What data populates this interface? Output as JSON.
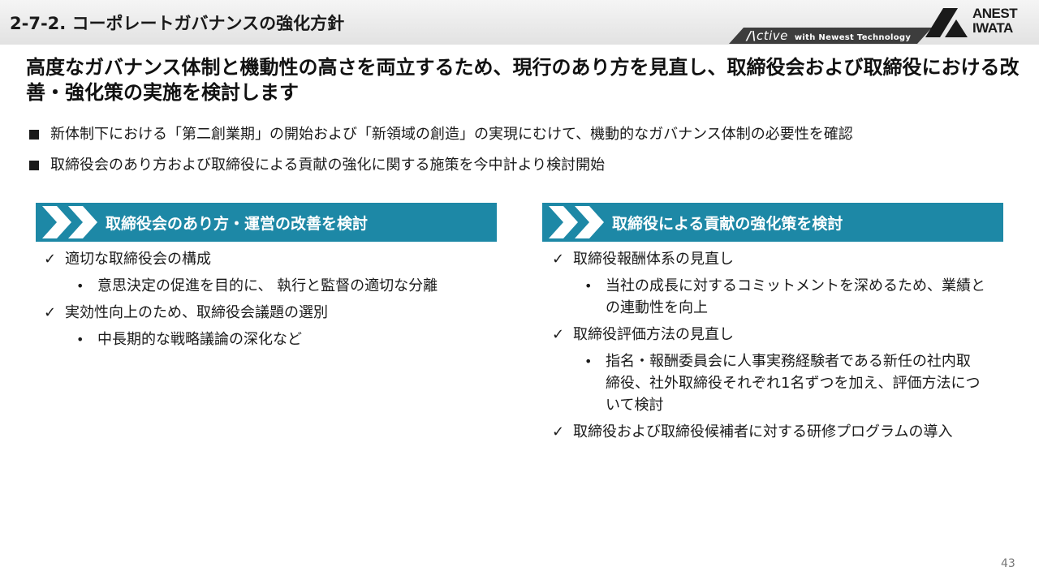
{
  "header": {
    "title": "2-7-2. コーポレートガバナンスの強化方針",
    "tagline_main": "ctive",
    "tagline_sub": "with Newest Technology",
    "logo_line1": "ANEST",
    "logo_line2": "IWATA"
  },
  "headline": "高度なガバナンス体制と機動性の高さを両立するため、現行のあり方を見直し、取締役会および取締役における改善・強化策の実施を検討します",
  "bullets": [
    "新体制下における「第二創業期」の開始および「新領域の創造」の実現にむけて、機動的なガバナンス体制の必要性を確認",
    "取締役会のあり方および取締役による貢献の強化に関する施策を今中計より検討開始"
  ],
  "left_column": {
    "header": "取締役会のあり方・運営の改善を検討",
    "items": [
      {
        "label": "適切な取締役会の構成",
        "sub": [
          "意思決定の促進を目的に、 執行と監督の適切な分離"
        ]
      },
      {
        "label": "実効性向上のため、取締役会議題の選別",
        "sub": [
          "中長期的な戦略議論の深化など"
        ]
      }
    ]
  },
  "right_column": {
    "header": "取締役による貢献の強化策を検討",
    "items": [
      {
        "label": "取締役報酬体系の見直し",
        "sub": [
          "当社の成長に対するコミットメントを深めるため、業績との連動性を向上"
        ]
      },
      {
        "label": "取締役評価方法の見直し",
        "sub": [
          "指名・報酬委員会に人事実務経験者である新任の社内取締役、社外取締役それぞれ1名ずつを加え、評価方法について検討"
        ]
      },
      {
        "label": "取締役および取締役候補者に対する研修プログラムの導入",
        "sub": []
      }
    ]
  },
  "symbols": {
    "check": "✓",
    "dot": "•"
  },
  "page_number": "43",
  "colors": {
    "accent": "#1d88a6",
    "header_bg": "#e9e9e9"
  },
  "icons": [
    "double-chevron-icon",
    "check-icon",
    "bullet-square-icon",
    "company-logo-icon"
  ]
}
